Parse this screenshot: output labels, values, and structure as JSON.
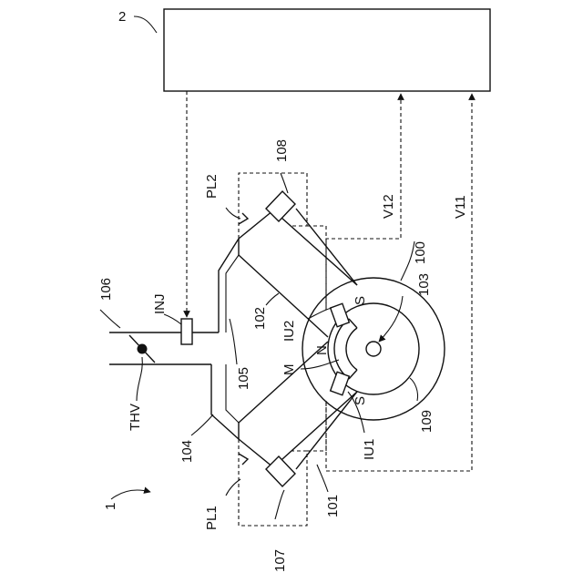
{
  "labels": {
    "ecu": "2",
    "system": "1",
    "rotor_disc": "100",
    "sensor_body_1": "101",
    "sensor_body_2": "102",
    "shaft": "103",
    "intake_left": "104",
    "intake_center": "105",
    "intake_pipe": "106",
    "plug_left": "107",
    "plug_right": "108",
    "rotor_ring": "109",
    "injector": "INJ",
    "throttle_valve": "THV",
    "plug_tip_left": "PL1",
    "plug_tip_right": "PL2",
    "sensor_1": "IU1",
    "sensor_2": "IU2",
    "magnet": "M",
    "pole_n": "N",
    "pole_s1": "S",
    "pole_s2": "S",
    "signal_1": "V11",
    "signal_2": "V12"
  },
  "icons": [
    "throttle-valve-icon",
    "arrow-up-icon",
    "arrow-right-icon"
  ]
}
